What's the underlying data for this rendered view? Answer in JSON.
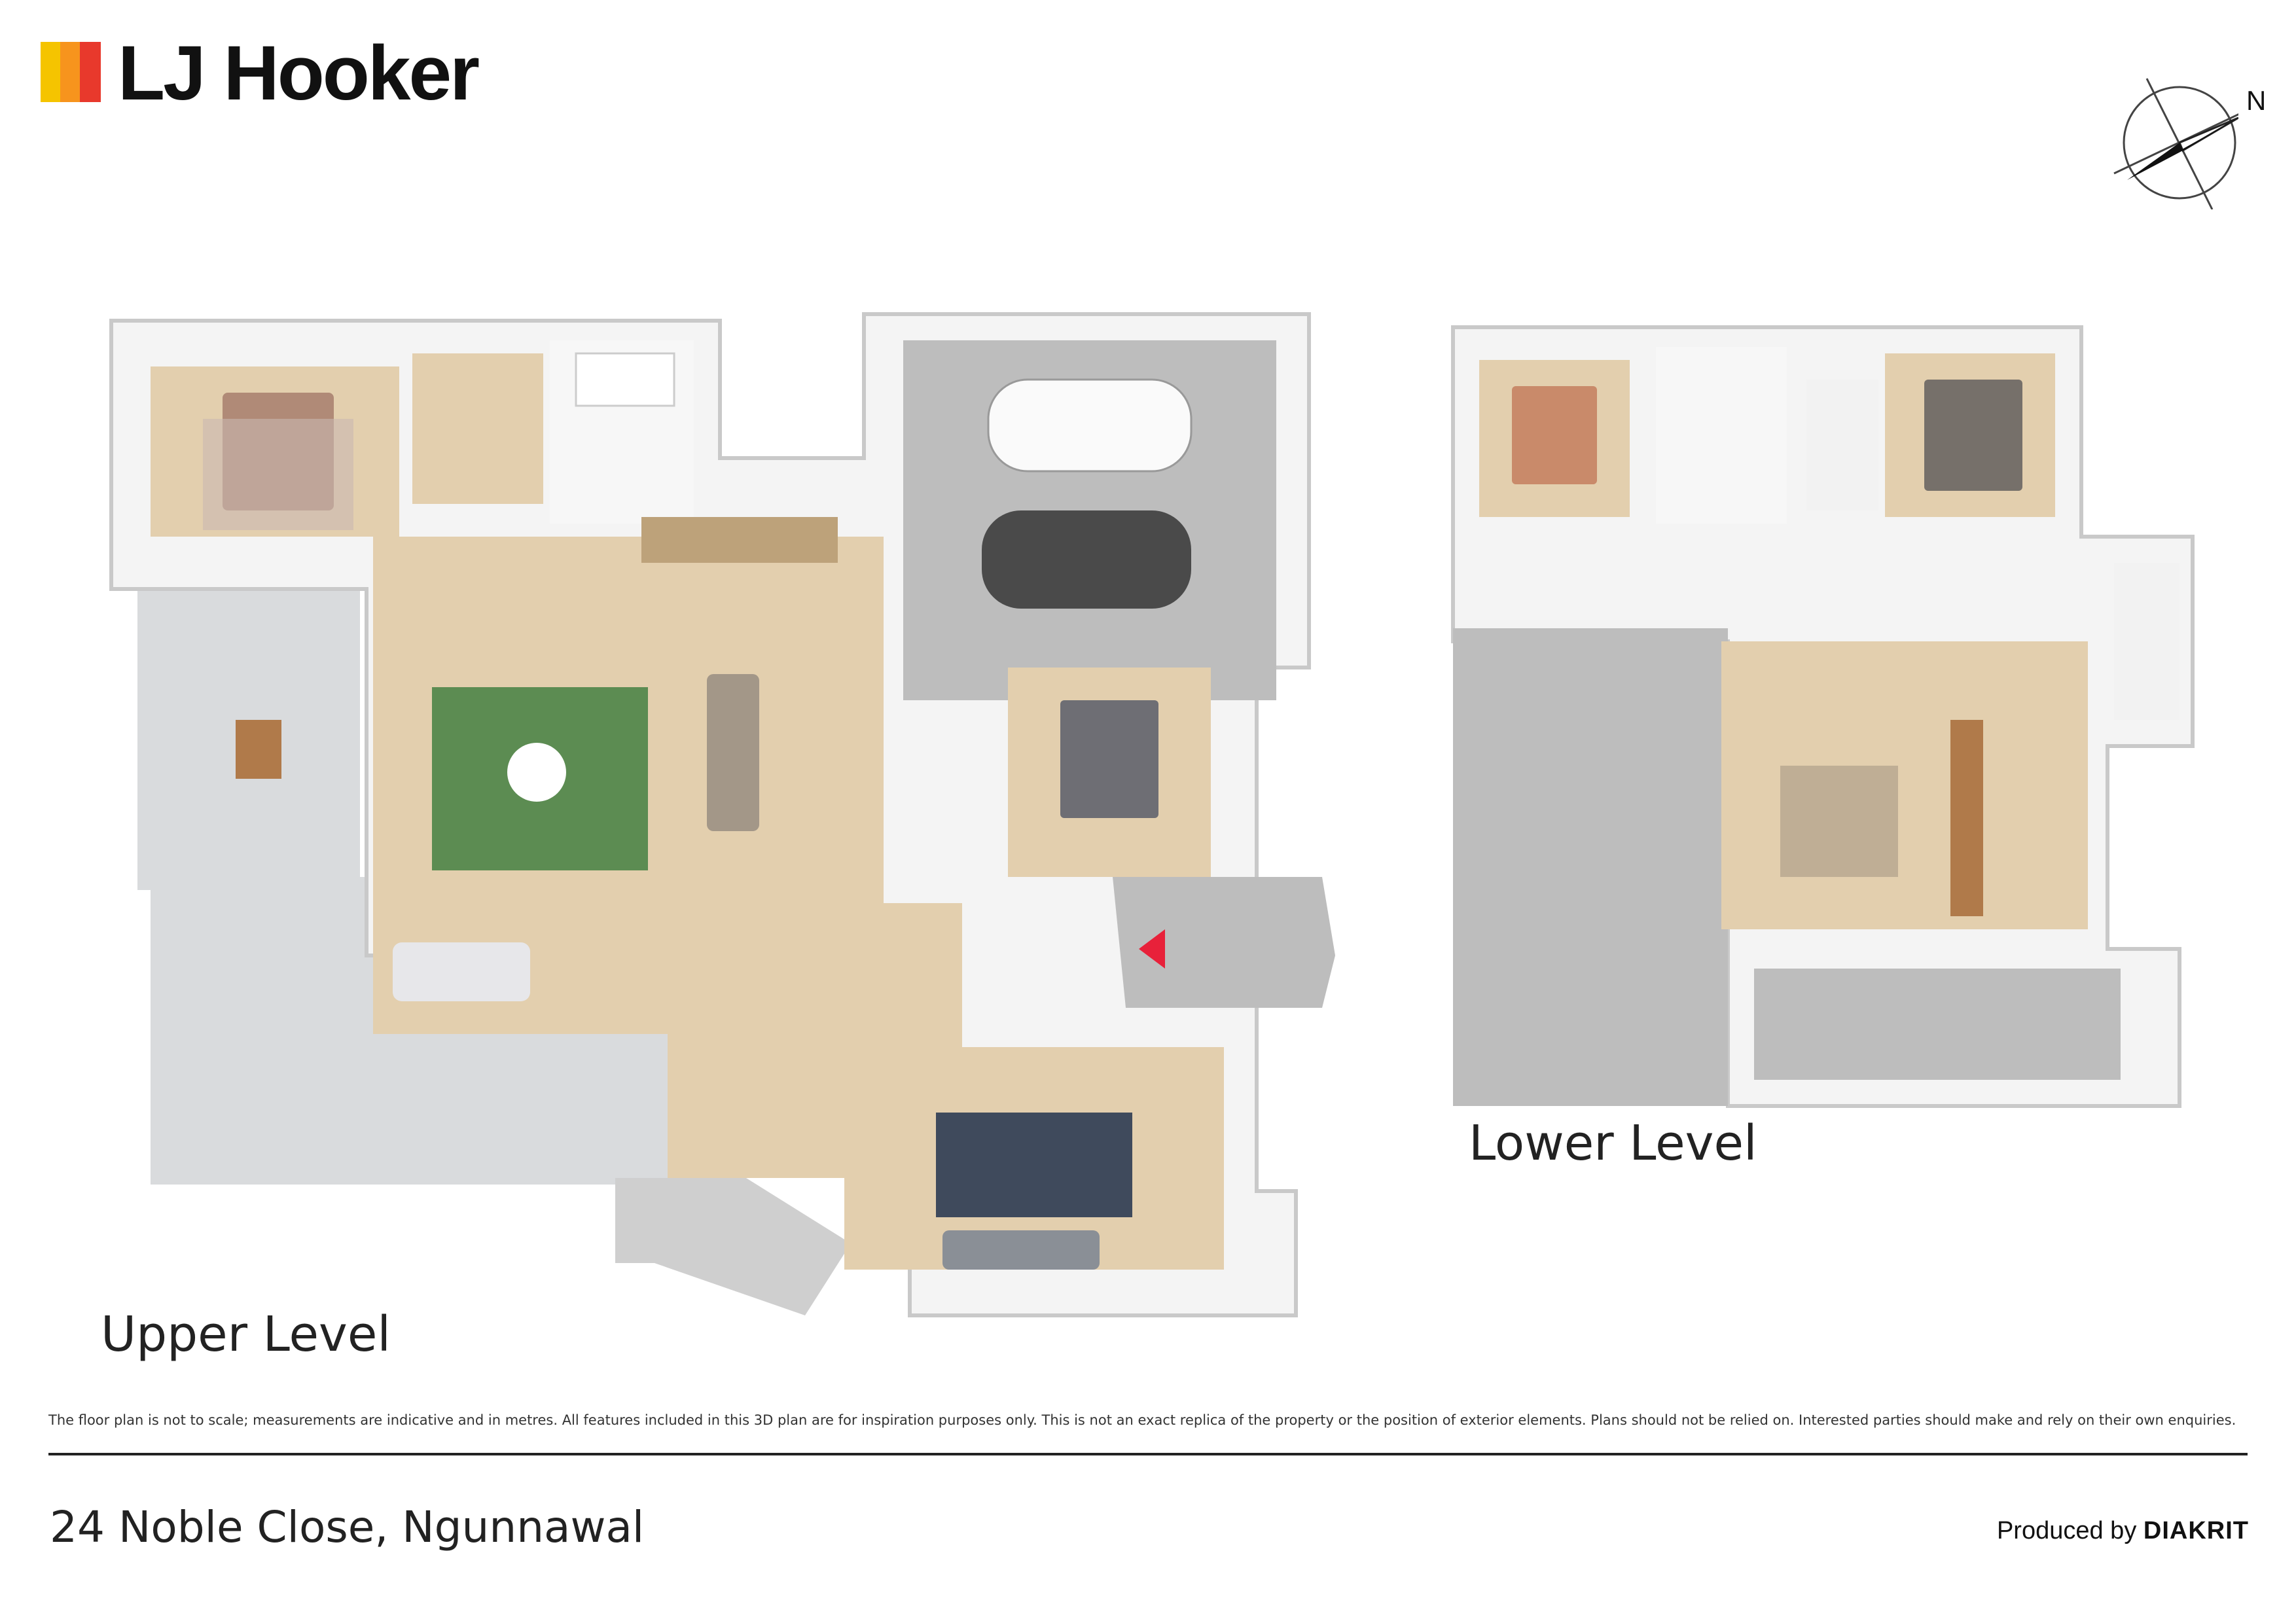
{
  "brand": {
    "name": "LJ Hooker",
    "colors": {
      "bar1": "#F5C400",
      "bar2": "#F7941D",
      "bar3": "#E8392C"
    }
  },
  "compass": {
    "label": "N",
    "icon": "north-arrow-icon"
  },
  "levels": {
    "upper": {
      "label": "Upper Level"
    },
    "lower": {
      "label": "Lower Level"
    }
  },
  "colors": {
    "floor": "#E3CFAE",
    "wall": "#F4F4F4",
    "wall_shade": "#C9C9C9",
    "concrete": "#BDBDBD",
    "deck": "#D9DBDD",
    "entry_marker": "#E8213A"
  },
  "disclaimer": "The floor plan is not to scale; measurements are indicative and in metres. All features included in this 3D plan are for inspiration purposes only. This is not an exact replica of the property or the position of exterior elements. Plans should not be relied on. Interested parties should make and rely on their own enquiries.",
  "address": "24 Noble Close, Ngunnawal",
  "credit": {
    "prefix": "Produced by",
    "brand": "DIAKRIT"
  }
}
